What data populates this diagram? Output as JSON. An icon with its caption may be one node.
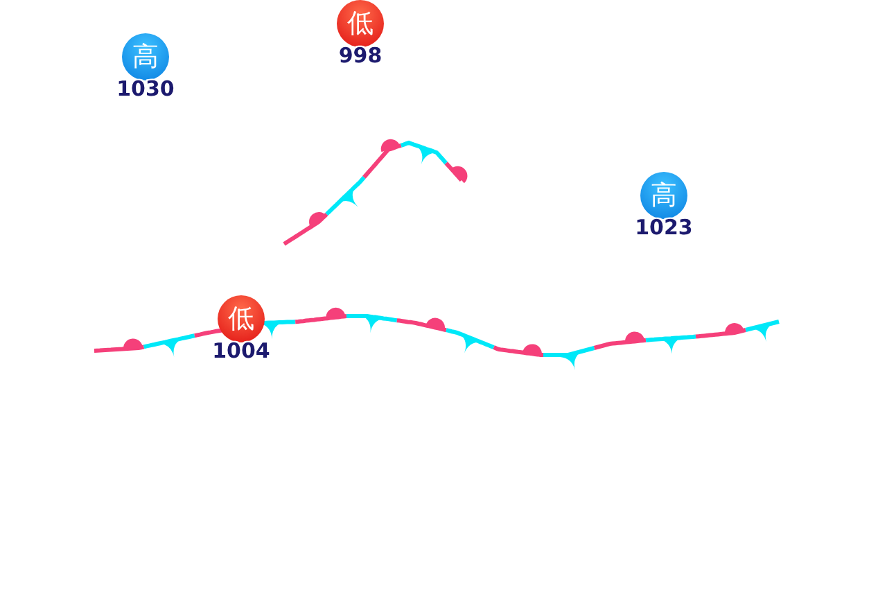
{
  "diagram": {
    "nodes": [
      {
        "text": [
          "低"
        ],
        "beside": [
          "998"
        ]
      },
      {
        "text": [
          "高"
        ],
        "beside": [
          "1030"
        ]
      },
      {
        "text": [
          "高"
        ],
        "beside": [
          "1023"
        ]
      },
      {
        "text": [
          "低"
        ],
        "beside": [
          "1004"
        ]
      }
    ]
  }
}
